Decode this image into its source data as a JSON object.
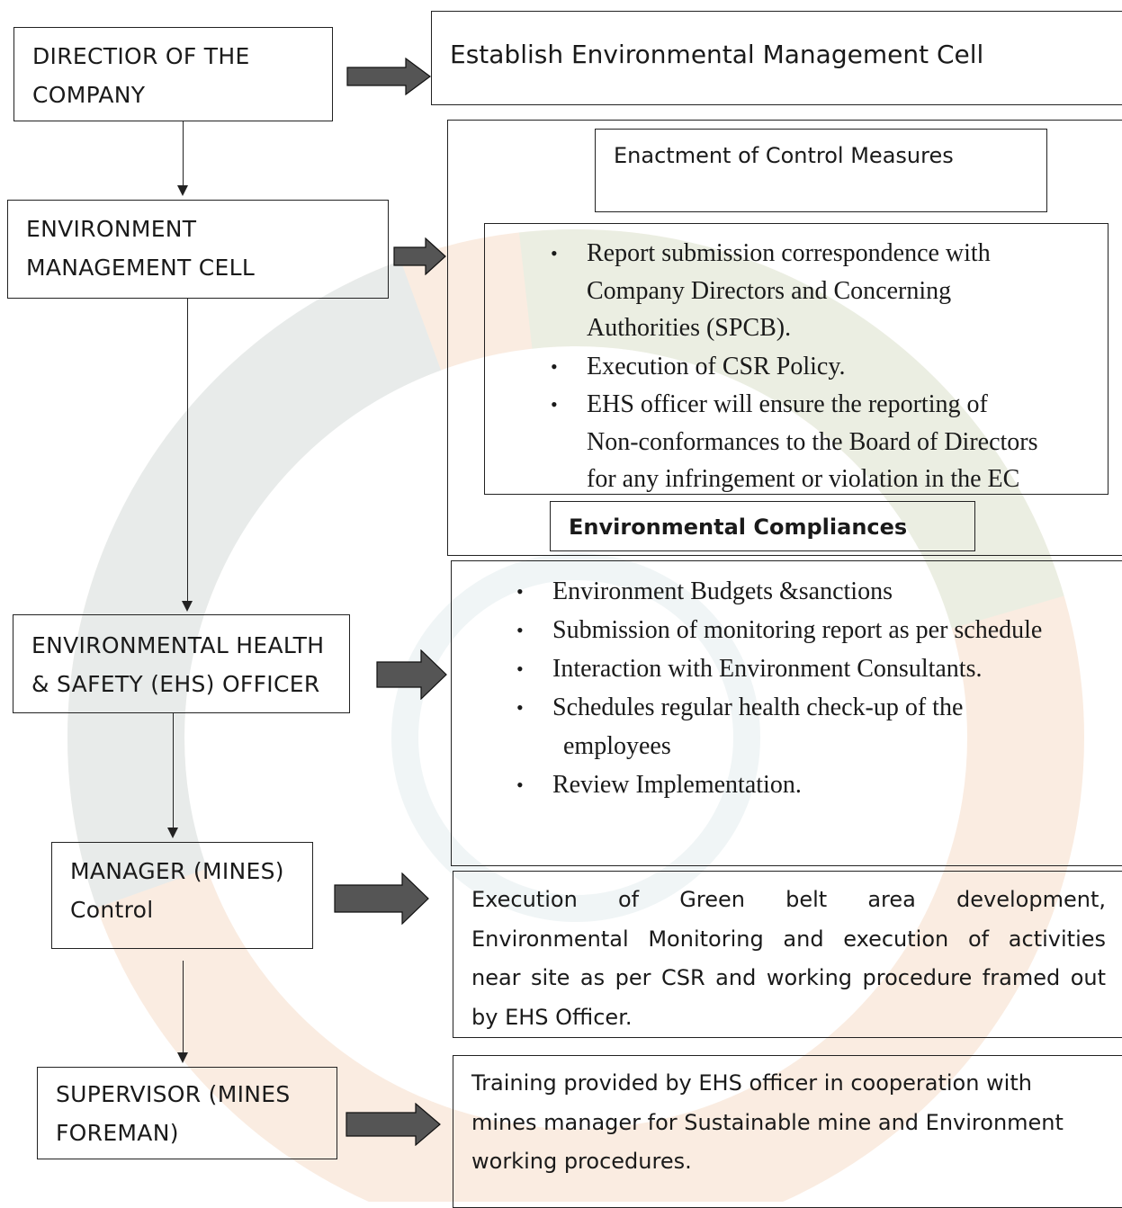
{
  "roles": {
    "director": [
      "DIRECTIOR OF THE",
      "COMPANY"
    ],
    "emc": [
      "ENVIRONMENT",
      "MANAGEMENT CELL"
    ],
    "ehs": [
      "ENVIRONMENTAL HEALTH",
      "& SAFETY (EHS) OFFICER"
    ],
    "manager": [
      "MANAGER (MINES)",
      "Control"
    ],
    "supervisor": [
      "SUPERVISOR (MINES",
      "FOREMAN)"
    ]
  },
  "responsibilities": {
    "establish": "Establish Environmental Management Cell",
    "enactment_title": "Enactment of Control Measures",
    "enactment_items": [
      [
        "Report submission correspondence with",
        "Company Directors and Concerning",
        "Authorities (SPCB)."
      ],
      [
        "Execution of CSR Policy."
      ],
      [
        "EHS officer will ensure the reporting of",
        "Non-conformances to the Board of Directors",
        "for any infringement or violation in the EC"
      ]
    ],
    "compliance_title": "Environmental Compliances",
    "compliance_items": [
      [
        "Environment Budgets &sanctions"
      ],
      [
        "Submission of monitoring report as per schedule"
      ],
      [
        "Interaction with Environment Consultants."
      ],
      [
        "Schedules regular health check-up of the",
        "employees"
      ],
      [
        "Review Implementation."
      ]
    ],
    "manager_lines": [
      "Execution of Green belt area development,",
      "Environmental Monitoring and execution of activities",
      "near site as per CSR and working procedure framed out",
      "by EHS Officer."
    ],
    "supervisor_lines": [
      "Training provided by EHS officer in cooperation with",
      "mines manager for Sustainable mine and Environment",
      "working procedures."
    ]
  },
  "colors": {
    "line": "#222222",
    "arrow_fill": "#555555"
  }
}
